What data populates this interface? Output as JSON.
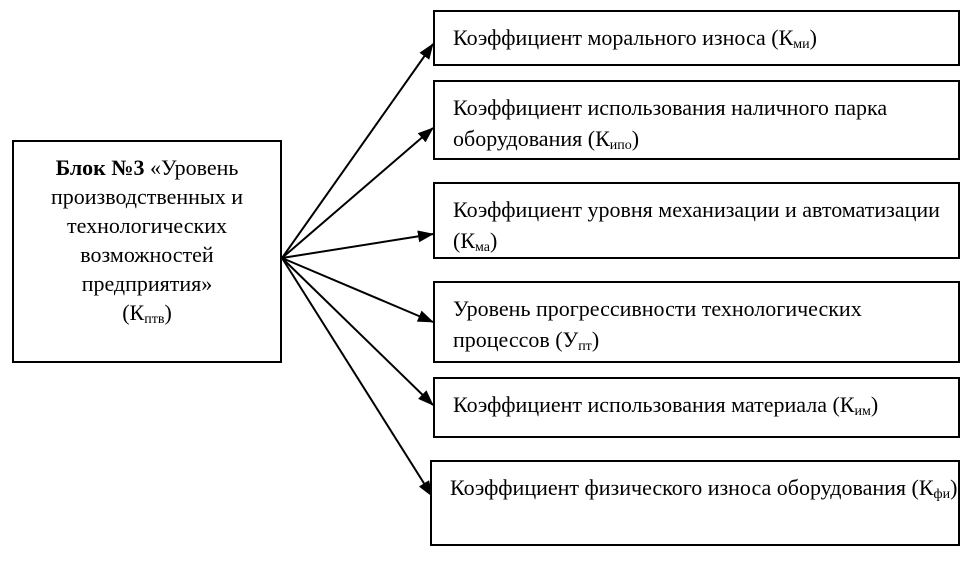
{
  "main_block": {
    "title_bold": "Блок №3",
    "title_rest": " «Уровень производственных и технологических возможностей предприятия»",
    "symbol_main": "К",
    "symbol_sub": "птв",
    "symbol_open": "(",
    "symbol_close": ")"
  },
  "indicators": [
    {
      "text": "Коэффициент морального износа (",
      "main": "К",
      "sub": "ми",
      "close": ")"
    },
    {
      "text": "Коэффициент использования наличного парка оборудования (",
      "main": "К",
      "sub": "ипо",
      "close": ")"
    },
    {
      "text": "Коэффициент уровня механизации и автоматизации (",
      "main": "К",
      "sub": "ма",
      "close": ")"
    },
    {
      "text": "Уровень прогрессивности технологических процессов (",
      "main": "У",
      "sub": "пт",
      "close": ")"
    },
    {
      "text": "Коэффициент использования материала (",
      "main": "К",
      "sub": "им",
      "close": ")"
    },
    {
      "text": "Коэффициент физического износа оборудования (",
      "main": "К",
      "sub": "фи",
      "close": ")"
    }
  ]
}
